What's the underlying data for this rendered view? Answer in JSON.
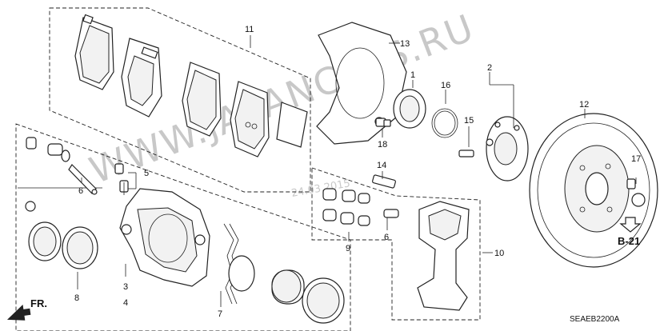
{
  "callouts": {
    "c1": "1",
    "c2": "2",
    "c3": "3",
    "c4": "4",
    "c5": "5",
    "c6a": "6",
    "c6b": "6",
    "c7": "7",
    "c8": "8",
    "c9": "9",
    "c10": "10",
    "c11": "11",
    "c12": "12",
    "c13": "13",
    "c14": "14",
    "c15": "15",
    "c16": "16",
    "c17": "17",
    "c18": "18"
  },
  "ref_label": "B-21",
  "front_label": "FR.",
  "diagram_code": "SEAEB2200A",
  "watermark": "WWW.JAPANCATS.RU",
  "date_stamp": "24.03.2015"
}
